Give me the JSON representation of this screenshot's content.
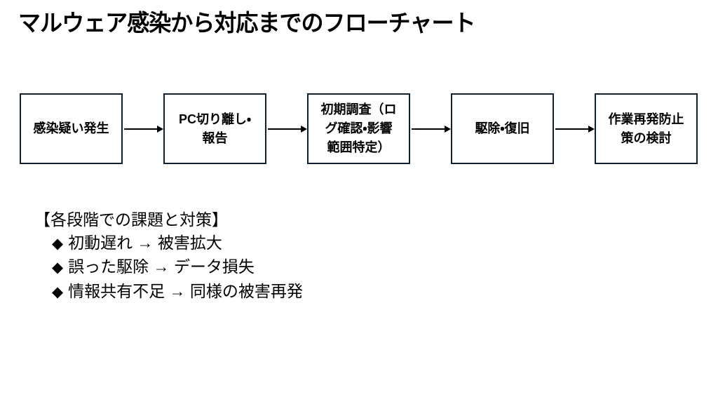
{
  "title": "マルウェア感染から対応までのフローチャート",
  "flowchart": {
    "steps": [
      {
        "label": "感染疑い発生"
      },
      {
        "label": "PC切り離し・\n報告"
      },
      {
        "label": "初期調査（ロ\nグ確認・影響\n範囲特定）"
      },
      {
        "label": "駆除・復旧"
      },
      {
        "label": "作業再発防止\n策の検討"
      }
    ]
  },
  "notes": {
    "heading": "【各段階での課題と対策】",
    "items": [
      {
        "bullet": "◆",
        "text": "初動遅れ → 被害拡大"
      },
      {
        "bullet": "◆",
        "text": "誤った駆除 → データ損失"
      },
      {
        "bullet": "◆",
        "text": "情報共有不足 → 同様の被害再発"
      }
    ]
  },
  "colors": {
    "background": "#ffffff",
    "text": "#000000",
    "box_border": "#10202e",
    "arrow": "#000000"
  }
}
